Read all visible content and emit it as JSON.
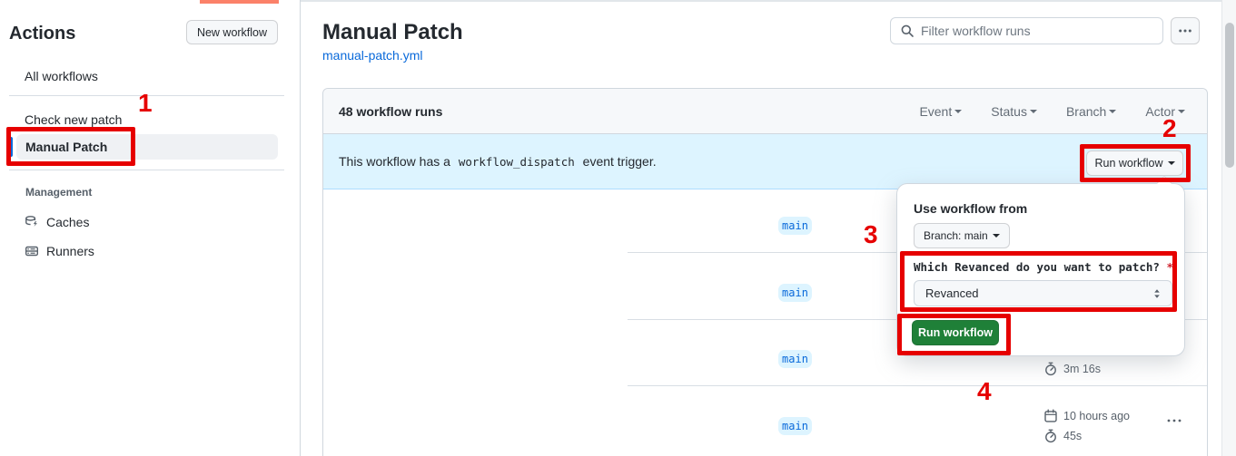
{
  "colors": {
    "annotation_red": "#e60000",
    "top_highlight_salmon": "#fb8169",
    "accent_blue": "#0969da",
    "banner_blue": "#ddf4ff",
    "success_green": "#1f8038"
  },
  "annotations": {
    "step1": "1",
    "step2": "2",
    "step3": "3",
    "step4": "4"
  },
  "sidebar": {
    "title": "Actions",
    "new_workflow_button": "New workflow",
    "items": [
      {
        "label": "All workflows",
        "selected": false
      },
      {
        "label": "Check new patch",
        "selected": false
      },
      {
        "label": "Manual Patch",
        "selected": true
      }
    ],
    "management": {
      "label": "Management",
      "items": [
        {
          "label": "Caches",
          "icon": "cache-icon"
        },
        {
          "label": "Runners",
          "icon": "server-icon"
        }
      ]
    }
  },
  "header": {
    "title": "Manual Patch",
    "file_link": "manual-patch.yml",
    "filter_placeholder": "Filter workflow runs",
    "more_button_icon": "kebab-horizontal-icon",
    "search_icon": "search-icon"
  },
  "runs_table": {
    "count_label": "48 workflow runs",
    "filters": [
      {
        "label": "Event"
      },
      {
        "label": "Status"
      },
      {
        "label": "Branch"
      },
      {
        "label": "Actor"
      }
    ],
    "banner": {
      "text_before": "This workflow has a",
      "code": "workflow_dispatch",
      "text_after": "event trigger.",
      "run_workflow_button": "Run workflow"
    },
    "rows": [
      {
        "branch": "main"
      },
      {
        "branch": "main"
      },
      {
        "branch": "main",
        "duration": "3m 16s"
      },
      {
        "branch": "main",
        "age": "10 hours ago",
        "duration": "45s"
      }
    ]
  },
  "run_dialog": {
    "title": "Use workflow from",
    "branch_selector": "Branch: main",
    "input_label": "Which Revanced do you want to patch?",
    "required_marker": "*",
    "select_value": "Revanced",
    "submit_button": "Run workflow"
  }
}
